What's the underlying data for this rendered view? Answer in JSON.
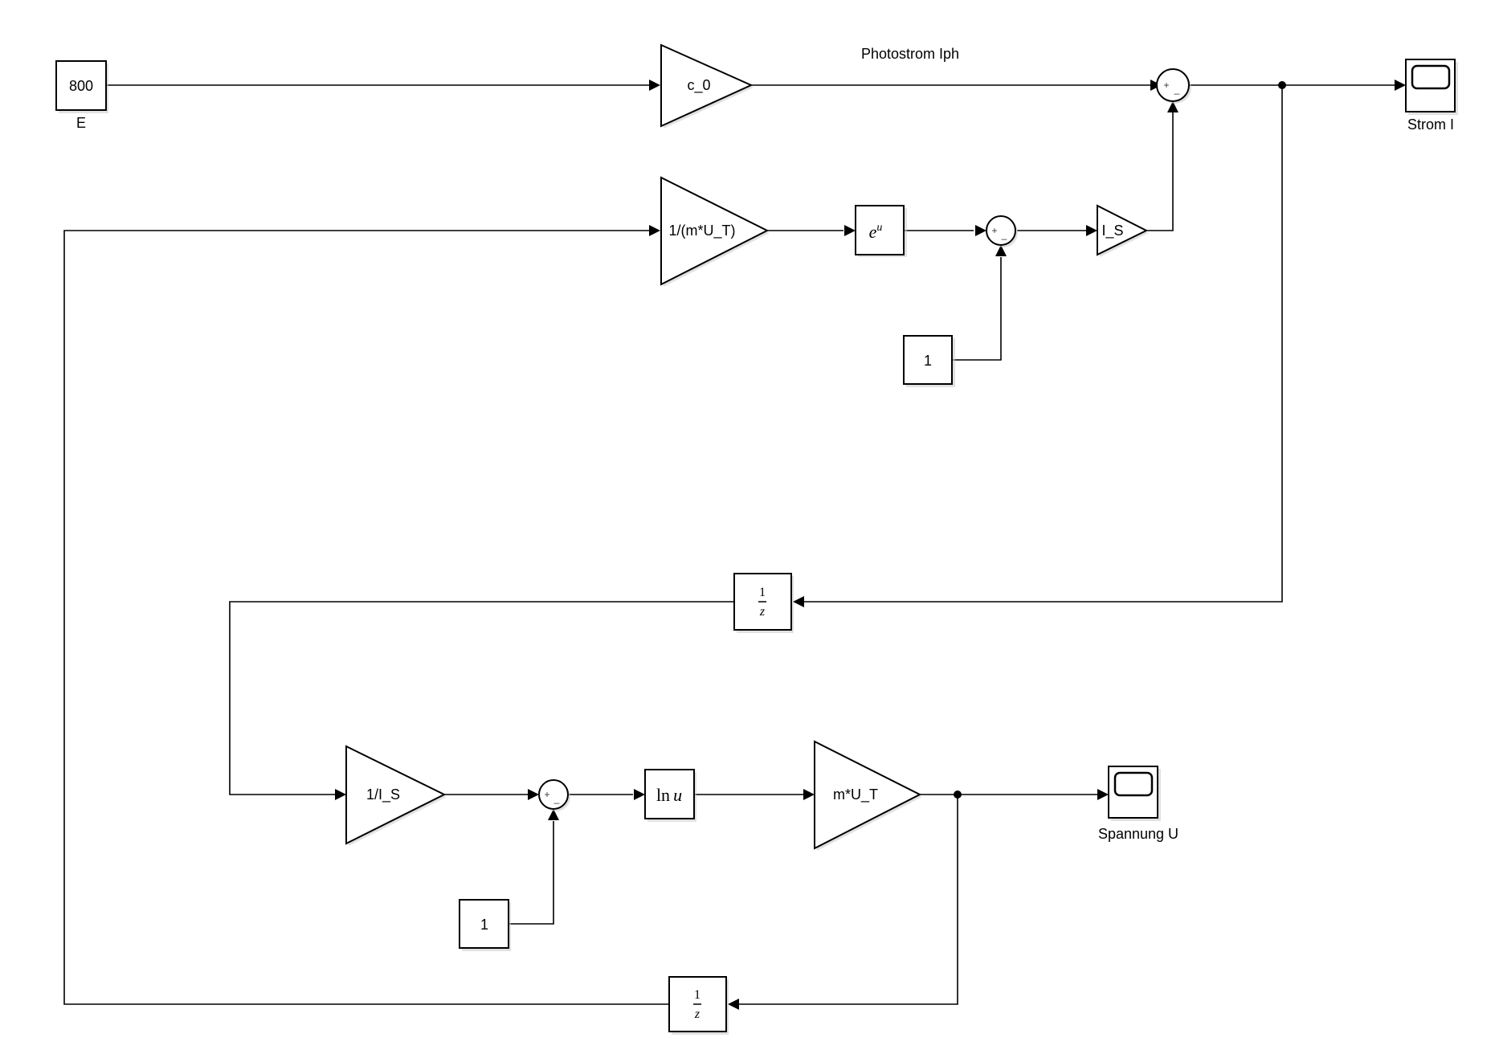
{
  "diagram": {
    "type": "simulink-block-diagram",
    "signal_labels": {
      "photostrom": "Photostrom Iph"
    },
    "blocks": {
      "const_E": {
        "value": "800",
        "label": "E"
      },
      "gain_c0": {
        "text": "c_0"
      },
      "sum_top": {
        "plus": "+",
        "minus": "_"
      },
      "scope_I": {
        "label": "Strom I"
      },
      "gain_inv_mUT": {
        "text": "1/(m*U_T)"
      },
      "exp_block": {
        "base": "e",
        "exp": "u"
      },
      "sum_mid": {
        "plus": "+",
        "minus": "_"
      },
      "const_1_top": {
        "value": "1"
      },
      "gain_IS": {
        "text": "I_S"
      },
      "delay_mid": {
        "num": "1",
        "den": "z"
      },
      "gain_inv_IS": {
        "text": "1/I_S"
      },
      "sum_low": {
        "plus": "+",
        "minus": "_"
      },
      "ln_block": {
        "text_fn": "ln",
        "text_var": "u"
      },
      "gain_mUT": {
        "text": "m*U_T"
      },
      "scope_U": {
        "label": "Spannung U"
      },
      "const_1_low": {
        "value": "1"
      },
      "delay_bottom": {
        "num": "1",
        "den": "z"
      }
    }
  }
}
